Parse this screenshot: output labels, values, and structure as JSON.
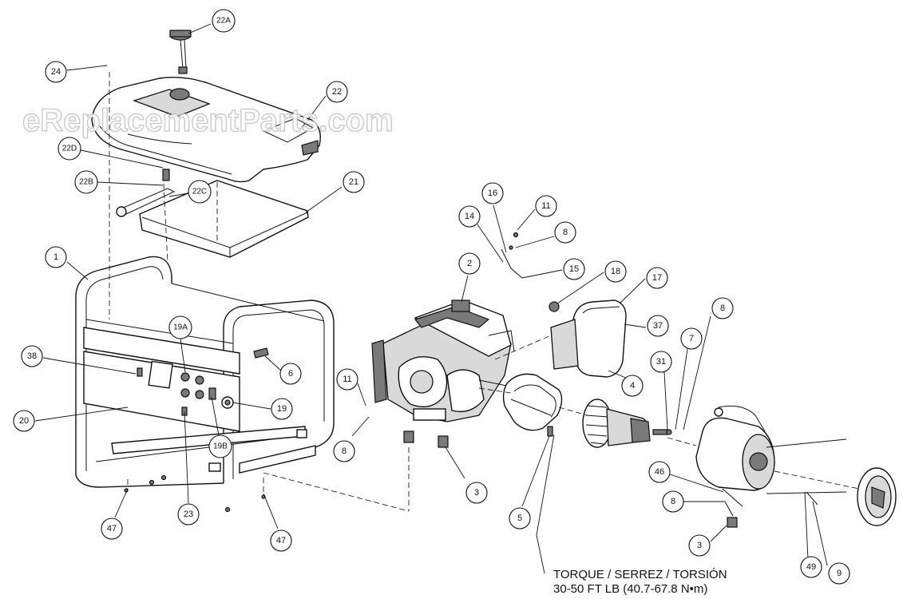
{
  "watermark": "eReplacementParts.com",
  "torque_note": {
    "line1": "TORQUE / SERREZ / TORSIÓN",
    "line2": "30-50 FT LB (40.7-67.8 N•m)"
  },
  "callouts": [
    {
      "id": "22A",
      "label": "22A"
    },
    {
      "id": "24",
      "label": "24"
    },
    {
      "id": "22",
      "label": "22"
    },
    {
      "id": "22D",
      "label": "22D"
    },
    {
      "id": "22B",
      "label": "22B"
    },
    {
      "id": "22C",
      "label": "22C"
    },
    {
      "id": "21",
      "label": "21"
    },
    {
      "id": "1",
      "label": "1"
    },
    {
      "id": "19A",
      "label": "19A"
    },
    {
      "id": "38",
      "label": "38"
    },
    {
      "id": "6",
      "label": "6"
    },
    {
      "id": "19",
      "label": "19"
    },
    {
      "id": "20",
      "label": "20"
    },
    {
      "id": "19B",
      "label": "19B"
    },
    {
      "id": "23",
      "label": "23"
    },
    {
      "id": "47a",
      "label": "47"
    },
    {
      "id": "47b",
      "label": "47"
    },
    {
      "id": "2",
      "label": "2"
    },
    {
      "id": "16",
      "label": "16"
    },
    {
      "id": "14",
      "label": "14"
    },
    {
      "id": "11a",
      "label": "11"
    },
    {
      "id": "8a",
      "label": "8"
    },
    {
      "id": "15",
      "label": "15"
    },
    {
      "id": "18",
      "label": "18"
    },
    {
      "id": "17",
      "label": "17"
    },
    {
      "id": "37",
      "label": "37"
    },
    {
      "id": "11b",
      "label": "11"
    },
    {
      "id": "8b",
      "label": "8"
    },
    {
      "id": "3a",
      "label": "3"
    },
    {
      "id": "5",
      "label": "5"
    },
    {
      "id": "4",
      "label": "4"
    },
    {
      "id": "31",
      "label": "31"
    },
    {
      "id": "7",
      "label": "7"
    },
    {
      "id": "8c",
      "label": "8"
    },
    {
      "id": "46",
      "label": "46"
    },
    {
      "id": "8d",
      "label": "8"
    },
    {
      "id": "3b",
      "label": "3"
    },
    {
      "id": "49",
      "label": "49"
    },
    {
      "id": "9",
      "label": "9"
    }
  ]
}
